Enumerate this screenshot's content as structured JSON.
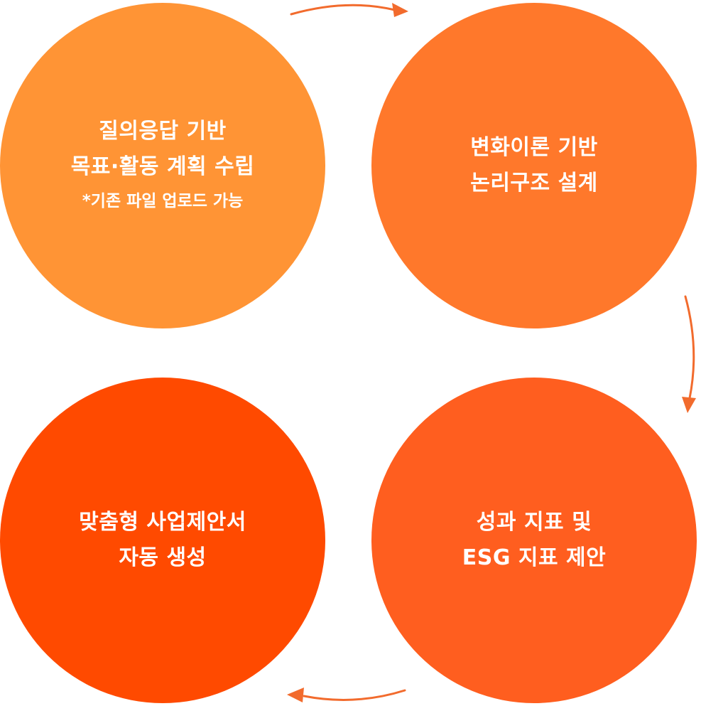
{
  "steps": [
    {
      "lines": [
        "질의응답 기반",
        "목표·활동 계획 수립"
      ],
      "note": "*기존 파일 업로드 가능",
      "color": "#FF9435"
    },
    {
      "lines": [
        "변화이론 기반",
        "논리구조 설계"
      ],
      "color": "#FF782B"
    },
    {
      "lines": [
        "성과 지표 및",
        "ESG 지표 제안"
      ],
      "color": "#FF5E1F"
    },
    {
      "lines": [
        "맞춤형 사업제안서",
        "자동 생성"
      ],
      "color": "#FF4A00"
    }
  ],
  "arrow_color": "#F26B2D"
}
